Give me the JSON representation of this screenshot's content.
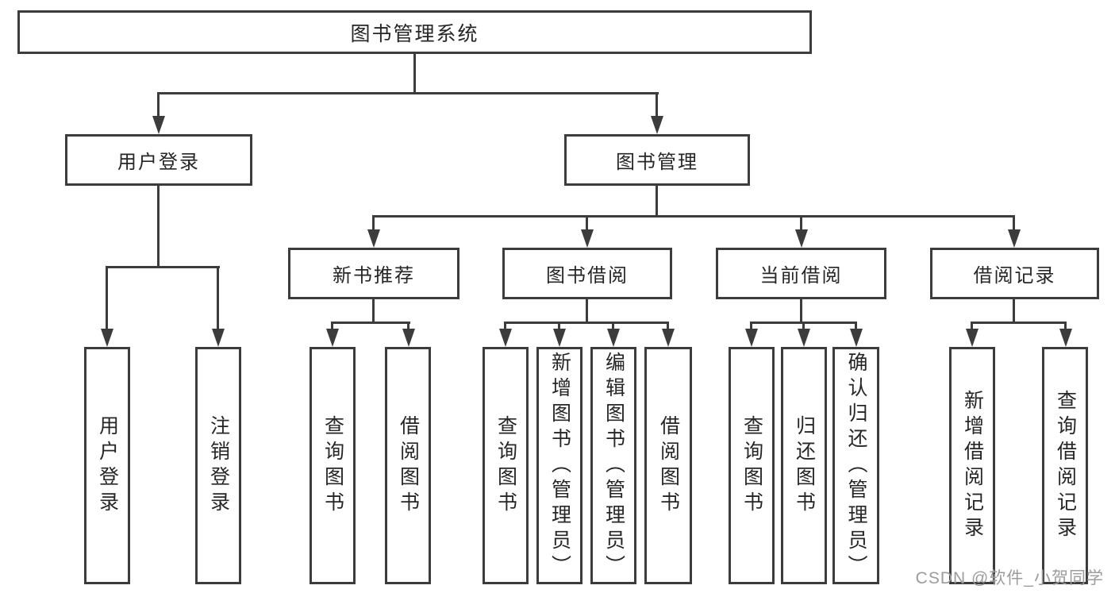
{
  "colors": {
    "line": "#3c3c3c",
    "border": "#3c3c3c",
    "text": "#262626",
    "wm": "#9c9c9c",
    "bg": "#ffffff"
  },
  "tree": {
    "root": "图书管理系统",
    "user_login": {
      "label": "用户登录",
      "children": {
        "login": "用户登录",
        "logout": "注销登录"
      }
    },
    "book_mgmt": {
      "label": "图书管理",
      "children": {
        "new_book": {
          "label": "新书推荐",
          "children": {
            "query": "查询图书",
            "borrow": "借阅图书"
          }
        },
        "book_borrow": {
          "label": "图书借阅",
          "children": {
            "query": "查询图书",
            "add": "新增图书（管理员）",
            "edit": "编辑图书（管理员）",
            "borrow": "借阅图书"
          }
        },
        "current_borrow": {
          "label": "当前借阅",
          "children": {
            "query": "查询图书",
            "return": "归还图书",
            "confirm": "确认归还（管理员）"
          }
        },
        "borrow_record": {
          "label": "借阅记录",
          "children": {
            "add": "新增借阅记录",
            "query": "查询借阅记录"
          }
        }
      }
    }
  },
  "watermark": "CSDN @软件_小贺同学"
}
